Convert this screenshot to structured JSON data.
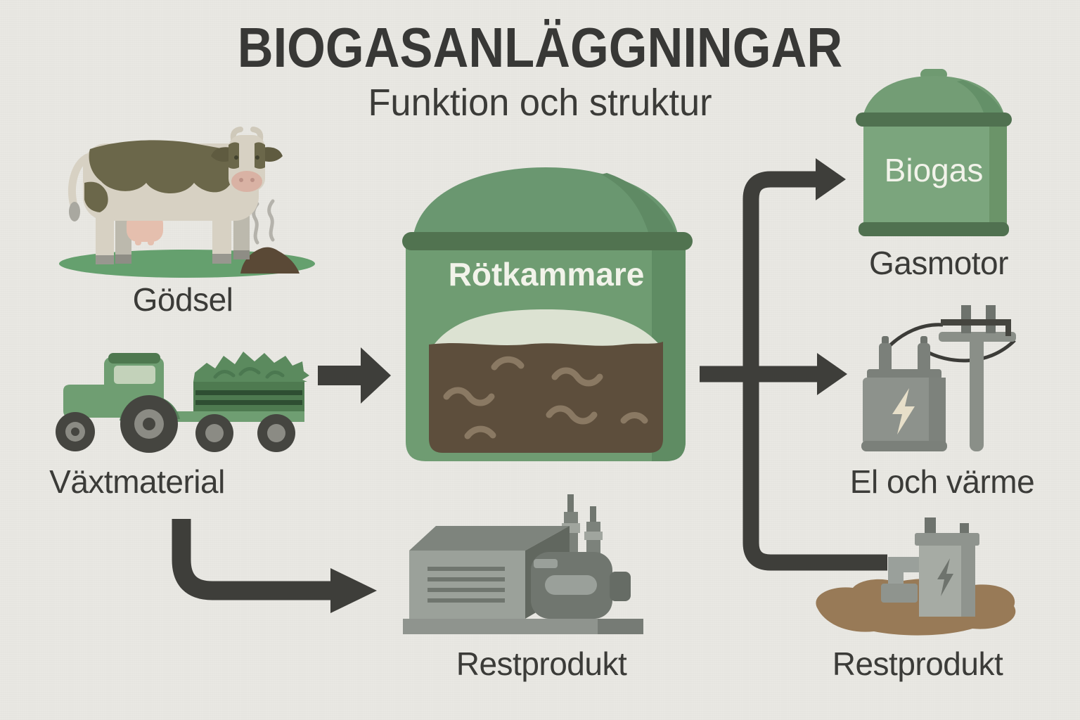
{
  "header": {
    "title": "BIOGASANLÄGGNINGAR",
    "subtitle": "Funktion och struktur"
  },
  "nodes": {
    "manure": {
      "label": "Gödsel",
      "icon": "cow-icon"
    },
    "plant_material": {
      "label": "Växtmaterial",
      "icon": "tractor-trailer-icon"
    },
    "digester": {
      "label": "Rötkammare",
      "icon": "digester-tank-icon"
    },
    "biogas": {
      "label": "Biogas",
      "icon": "gas-storage-tank-icon"
    },
    "gas_engine": {
      "label": "Gasmotor"
    },
    "electricity_heat": {
      "label": "El och värme",
      "icon": "transformer-powerline-icon"
    },
    "residual_center": {
      "label": "Restprodukt",
      "icon": "pump-machine-icon"
    },
    "residual_right": {
      "label": "Restprodukt",
      "icon": "digestate-pump-icon"
    }
  },
  "colors": {
    "background": "#e8e7e2",
    "text": "#3b3b38",
    "arrow": "#3e3e3a",
    "green_main": "#6f9c72",
    "green_dark": "#517350",
    "substrate_brown": "#5d4e3c",
    "surface_pale": "#dce2d2",
    "machine_gray": "#8f948e",
    "mud_brown": "#987a57",
    "label_on_green": "#f2f3ea",
    "grass_green": "#65a06e",
    "cow_cream": "#d7d1c3",
    "cow_patch_olive": "#6b674a",
    "udder_pink": "#e5bfae",
    "lightning_cream": "#e7dfc9"
  }
}
